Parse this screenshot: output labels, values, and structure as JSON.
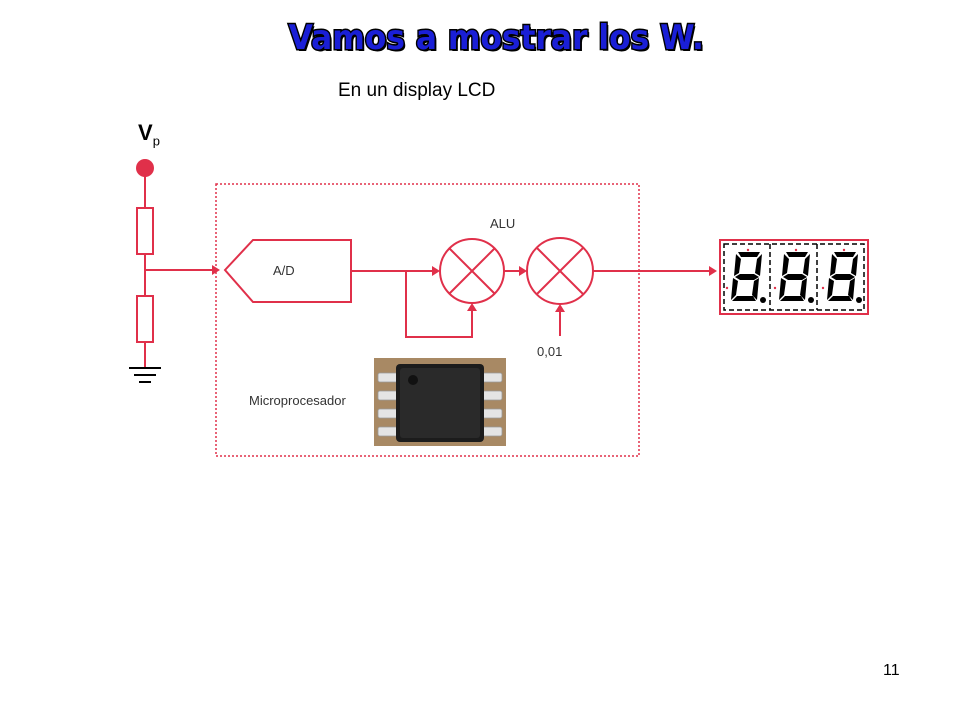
{
  "title": "Vamos a mostrar los W.",
  "subtitle": "En un display LCD",
  "page_number": "11",
  "labels": {
    "vp_main": "V",
    "vp_sub": "p",
    "ad": "A/D",
    "alu": "ALU",
    "constant": "0,01",
    "microprocessor": "Microprocesador"
  },
  "colors": {
    "wire": "#e0304a",
    "title_fill": "#1a1fd6",
    "ground": "#000000",
    "display_digit": "#000000"
  },
  "icons": {
    "multiplier": "multiplier-x-circle-icon",
    "ground": "ground-icon",
    "chip": "ic-chip-icon",
    "display": "seven-segment-display-icon"
  }
}
